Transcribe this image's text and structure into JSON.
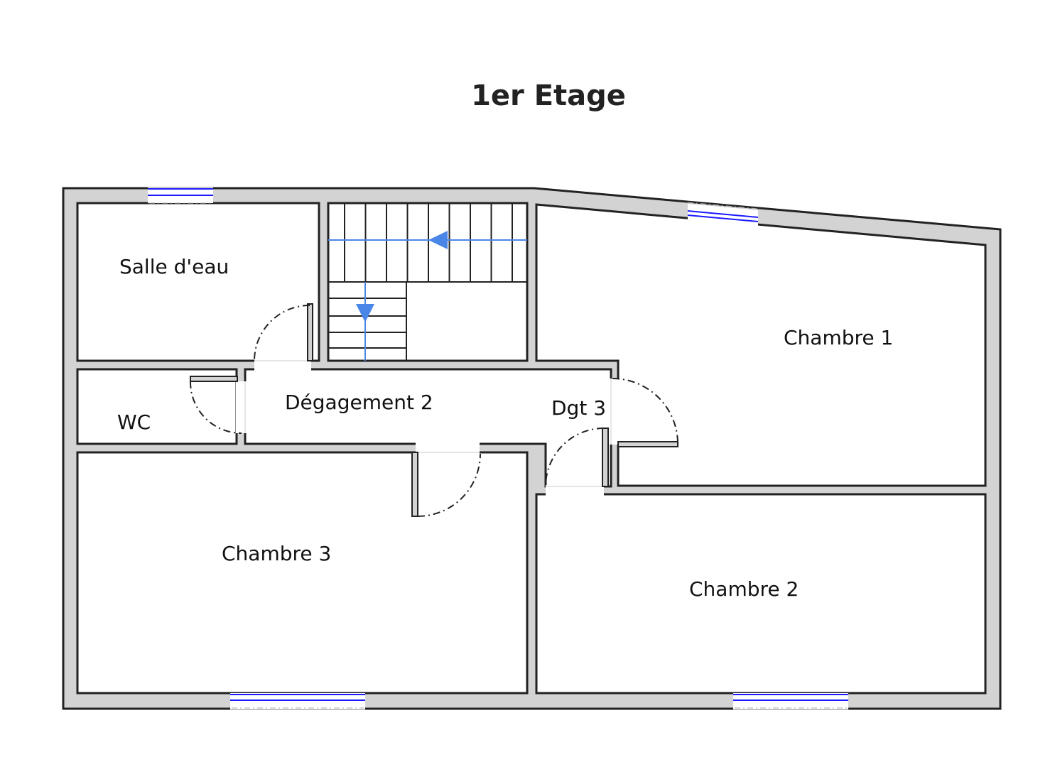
{
  "title": "1er Etage",
  "rooms": {
    "salle_deau": "Salle d'eau",
    "wc": "WC",
    "degagement2": "Dégagement 2",
    "dgt3": "Dgt 3",
    "chambre1": "Chambre 1",
    "chambre2": "Chambre 2",
    "chambre3": "Chambre 3"
  },
  "colors": {
    "wall": "#d3d3d3",
    "outline": "#222222",
    "window": "#1a1aff",
    "stair_arrow": "#4a86e8"
  }
}
